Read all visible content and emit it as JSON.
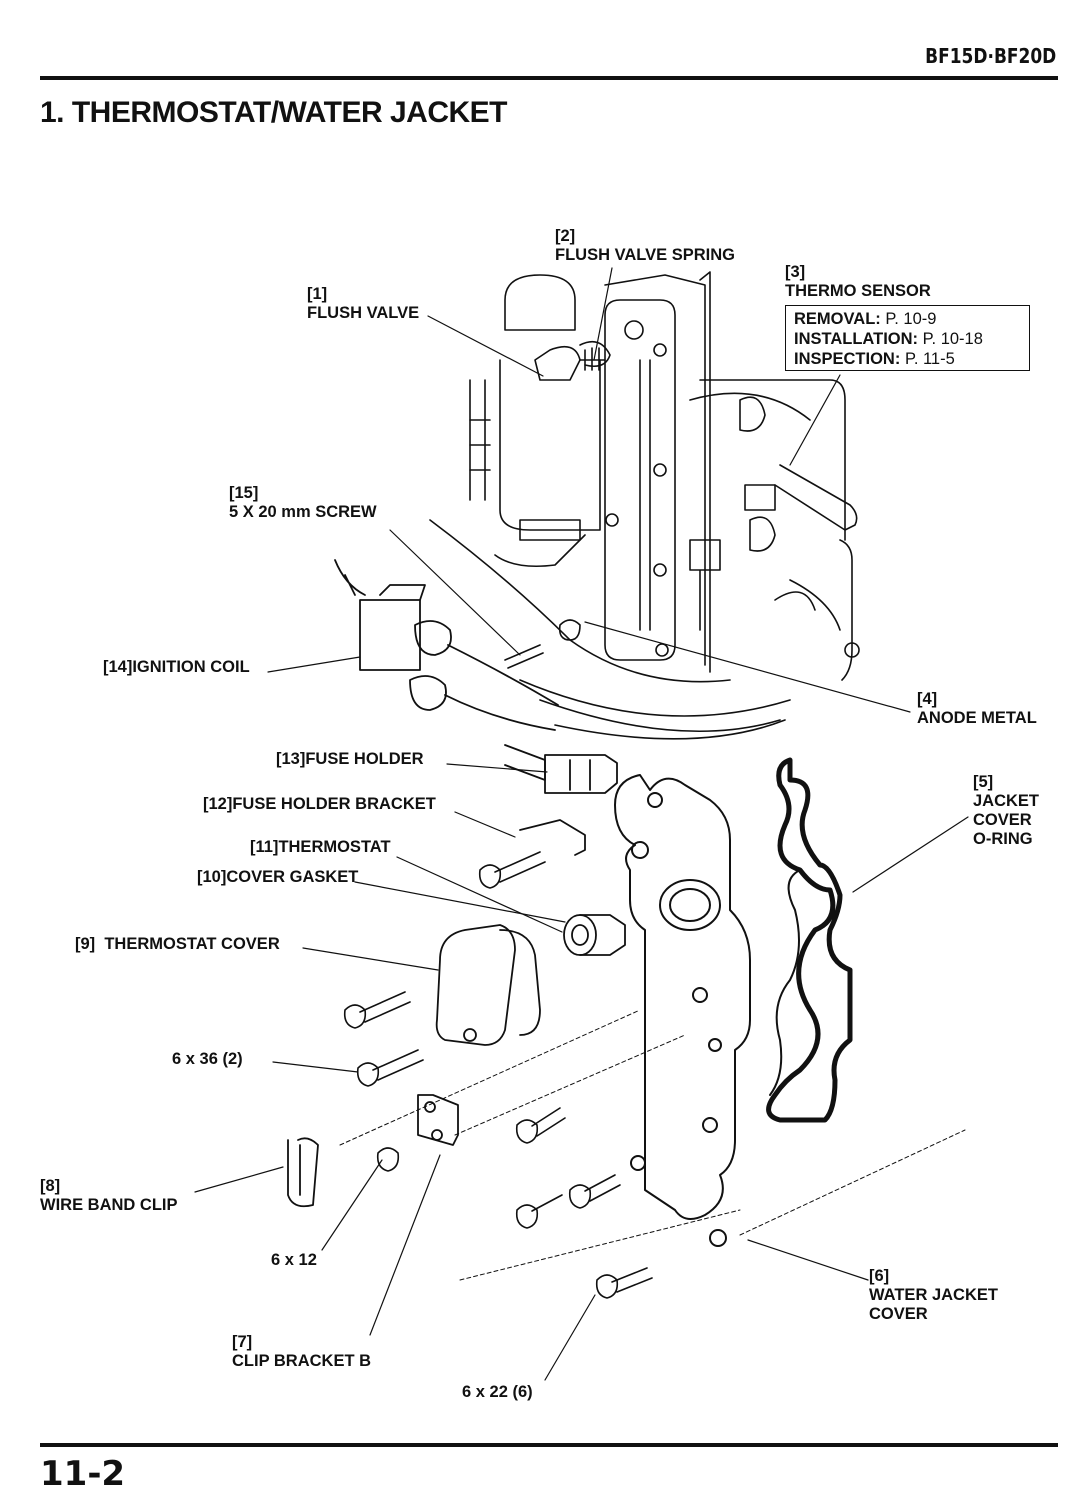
{
  "header": {
    "model": "BF15D·BF20D"
  },
  "title": "1. THERMOSTAT/WATER JACKET",
  "page_number": "11-2",
  "labels": {
    "flush_valve": {
      "num": "[1]",
      "name": "FLUSH VALVE"
    },
    "flush_valve_spring": {
      "num": "[2]",
      "name": "FLUSH VALVE SPRING"
    },
    "thermo_sensor": {
      "num": "[3]",
      "name": "THERMO SENSOR"
    },
    "anode_metal": {
      "num": "[4]",
      "name": "ANODE METAL"
    },
    "jacket_cover_oring": {
      "num": "[5]",
      "line1": "JACKET",
      "line2": "COVER",
      "line3": "O-RING"
    },
    "water_jacket_cover": {
      "num": "[6]",
      "line1": "WATER JACKET",
      "line2": "COVER"
    },
    "clip_bracket_b": {
      "num": "[7]",
      "name": "CLIP BRACKET B"
    },
    "wire_band_clip": {
      "num": "[8]",
      "name": "WIRE BAND CLIP"
    },
    "thermostat_cover": {
      "num": "[9]",
      "name": "THERMOSTAT COVER"
    },
    "cover_gasket": {
      "num": "[10]",
      "name": "COVER GASKET"
    },
    "thermostat": {
      "num": "[11]",
      "name": "THERMOSTAT"
    },
    "fuse_holder_bracket": {
      "num": "[12]",
      "name": "FUSE HOLDER BRACKET"
    },
    "fuse_holder": {
      "num": "[13]",
      "name": "FUSE HOLDER"
    },
    "ignition_coil": {
      "num": "[14]",
      "name": "IGNITION COIL"
    },
    "screw_5x20": {
      "num": "[15]",
      "name": "5 X 20 mm SCREW"
    }
  },
  "thermo_sensor_refs": {
    "removal_key": "REMOVAL:",
    "removal_val": "P. 10-9",
    "installation_key": "INSTALLATION:",
    "installation_val": "P. 10-18",
    "inspection_key": "INSPECTION:",
    "inspection_val": "P. 11-5"
  },
  "fasteners": {
    "bolt_6x36": "6 x 36 (2)",
    "bolt_6x12": "6 x 12",
    "bolt_6x22": "6 x 22 (6)"
  }
}
